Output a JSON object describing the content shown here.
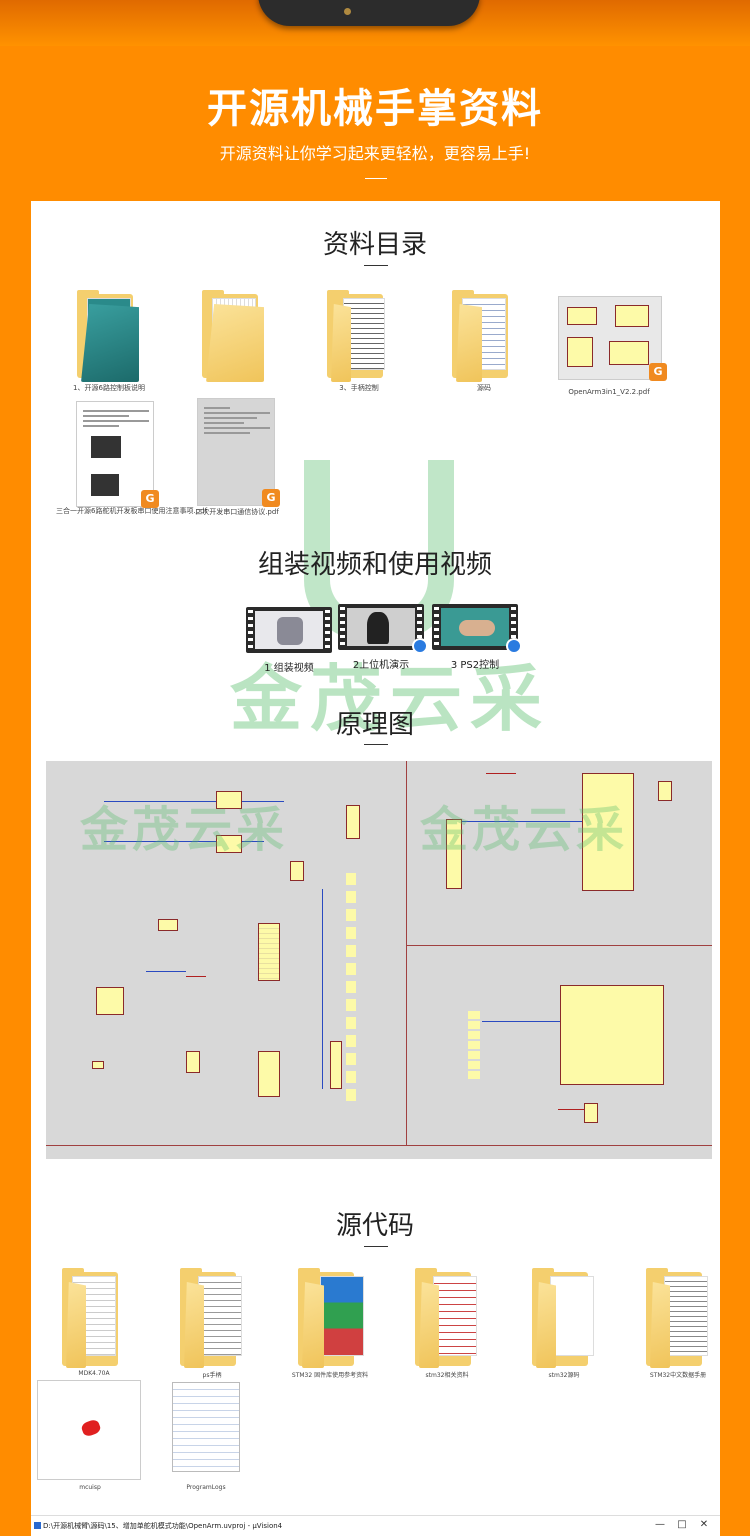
{
  "hero": {
    "title": "开源机械手掌资料",
    "subtitle": "开源资料让你学习起来更轻松，更容易上手!"
  },
  "sections": {
    "catalog": "资料目录",
    "videos": "组装视频和使用视频",
    "schematic": "原理图",
    "source": "源代码"
  },
  "catalog_files": [
    {
      "label": "1、开源6路控制板说明",
      "icon": "folder-icon"
    },
    {
      "label": "",
      "icon": "folder-icon"
    },
    {
      "label": "3、手柄控制",
      "icon": "folder-icon"
    },
    {
      "label": "源码",
      "icon": "folder-icon"
    },
    {
      "label": "OpenArm3in1_V2.2.pdf",
      "icon": "pdf-icon"
    },
    {
      "label": "三合一开源6路舵机开发板串口使用注意事项.pdf",
      "icon": "pdf-icon"
    },
    {
      "label": "二次开发串口通信协议.pdf",
      "icon": "pdf-icon"
    }
  ],
  "videos": [
    {
      "label": "1 组装视频"
    },
    {
      "label": "2上位机演示"
    },
    {
      "label": "3 PS2控制"
    }
  ],
  "watermark": {
    "brand": "金茂云采"
  },
  "source_files": [
    {
      "label": "MDK4.70A"
    },
    {
      "label": "ps手柄"
    },
    {
      "label": "STM32 固件库使用参考资料"
    },
    {
      "label": "stm32相关资料"
    },
    {
      "label": "stm32源码"
    },
    {
      "label": "STM32中文数据手册"
    },
    {
      "label": "mcuisp"
    },
    {
      "label": "ProgramLogs"
    }
  ],
  "window": {
    "title": "D:\\开源机械臂\\源码\\15、增加单舵机模式功能\\OpenArm.uvproj - µVision4",
    "min": "—",
    "max": "□",
    "close": "✕"
  },
  "colors": {
    "background": "#ff8c00",
    "panel": "#ffffff",
    "folder": "#f4cf6e",
    "pdf_badge": "#f08a20",
    "chip": "#fdfaa8",
    "watermark": "#5abe6e"
  }
}
